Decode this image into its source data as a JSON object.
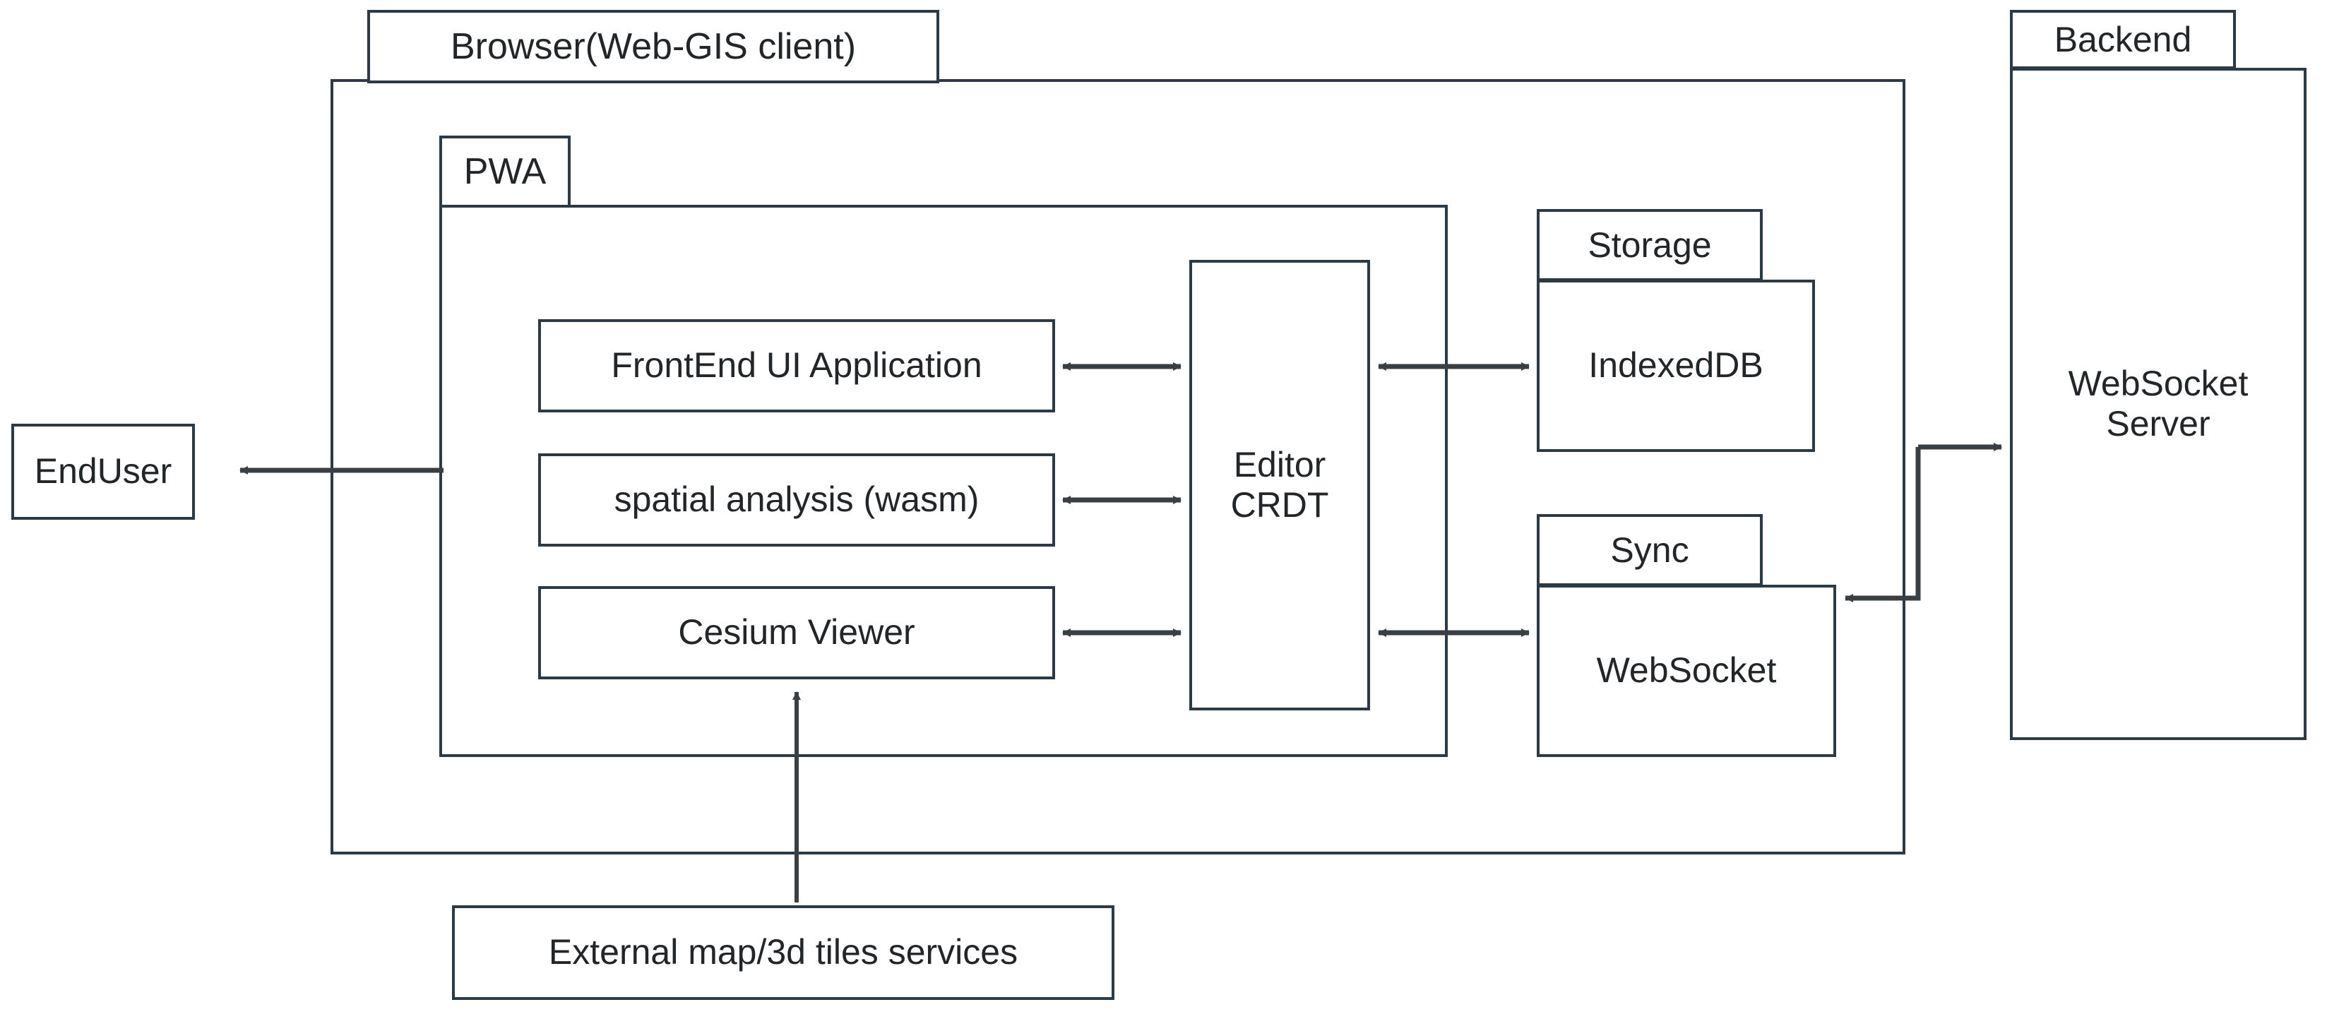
{
  "diagram": {
    "title_colors": {
      "stroke": "#2b3a45",
      "fill": "#ffffff",
      "text": "#222629",
      "arrow": "#3a3f44"
    },
    "containers": {
      "browser": {
        "label": "Browser(Web-GIS client)"
      },
      "pwa": {
        "label": "PWA"
      },
      "storage": {
        "label": "Storage"
      },
      "sync": {
        "label": "Sync"
      },
      "backend": {
        "label": "Backend"
      }
    },
    "nodes": {
      "enduser": {
        "label": "EndUser"
      },
      "frontend_ui": {
        "label": "FrontEnd UI Application"
      },
      "spatial_analysis": {
        "label": "spatial analysis (wasm)"
      },
      "cesium_viewer": {
        "label": "Cesium Viewer"
      },
      "editor_crdt": {
        "line1": "Editor",
        "line2": "CRDT"
      },
      "indexeddb": {
        "label": "IndexedDB"
      },
      "websocket_client": {
        "label": "WebSocket"
      },
      "websocket_server": {
        "line1": "WebSocket",
        "line2": "Server"
      },
      "external_tiles": {
        "label": "External map/3d tiles services"
      }
    },
    "edges": [
      {
        "name": "pwa-to-enduser",
        "from": "PWA",
        "to": "EndUser",
        "style": "single-arrow-left"
      },
      {
        "name": "frontend-ui-to-editor-crdt",
        "from": "FrontEnd UI Application",
        "to": "Editor CRDT",
        "style": "double-arrow"
      },
      {
        "name": "spatial-analysis-to-editor-crdt",
        "from": "spatial analysis (wasm)",
        "to": "Editor CRDT",
        "style": "double-arrow"
      },
      {
        "name": "cesium-viewer-to-editor-crdt",
        "from": "Cesium Viewer",
        "to": "Editor CRDT",
        "style": "double-arrow"
      },
      {
        "name": "editor-crdt-to-indexeddb",
        "from": "Editor CRDT",
        "to": "IndexedDB",
        "style": "double-arrow"
      },
      {
        "name": "editor-crdt-to-websocket",
        "from": "Editor CRDT",
        "to": "WebSocket",
        "style": "double-arrow"
      },
      {
        "name": "browser-to-websocket-server",
        "from": "Browser(Web-GIS client)",
        "to": "WebSocket Server",
        "style": "single-arrow-right"
      },
      {
        "name": "websocket-server-to-websocket",
        "from": "WebSocket Server",
        "to": "WebSocket",
        "style": "single-arrow-left"
      },
      {
        "name": "external-tiles-to-cesium-viewer",
        "from": "External map/3d tiles services",
        "to": "Cesium Viewer",
        "style": "single-arrow-up"
      }
    ]
  }
}
